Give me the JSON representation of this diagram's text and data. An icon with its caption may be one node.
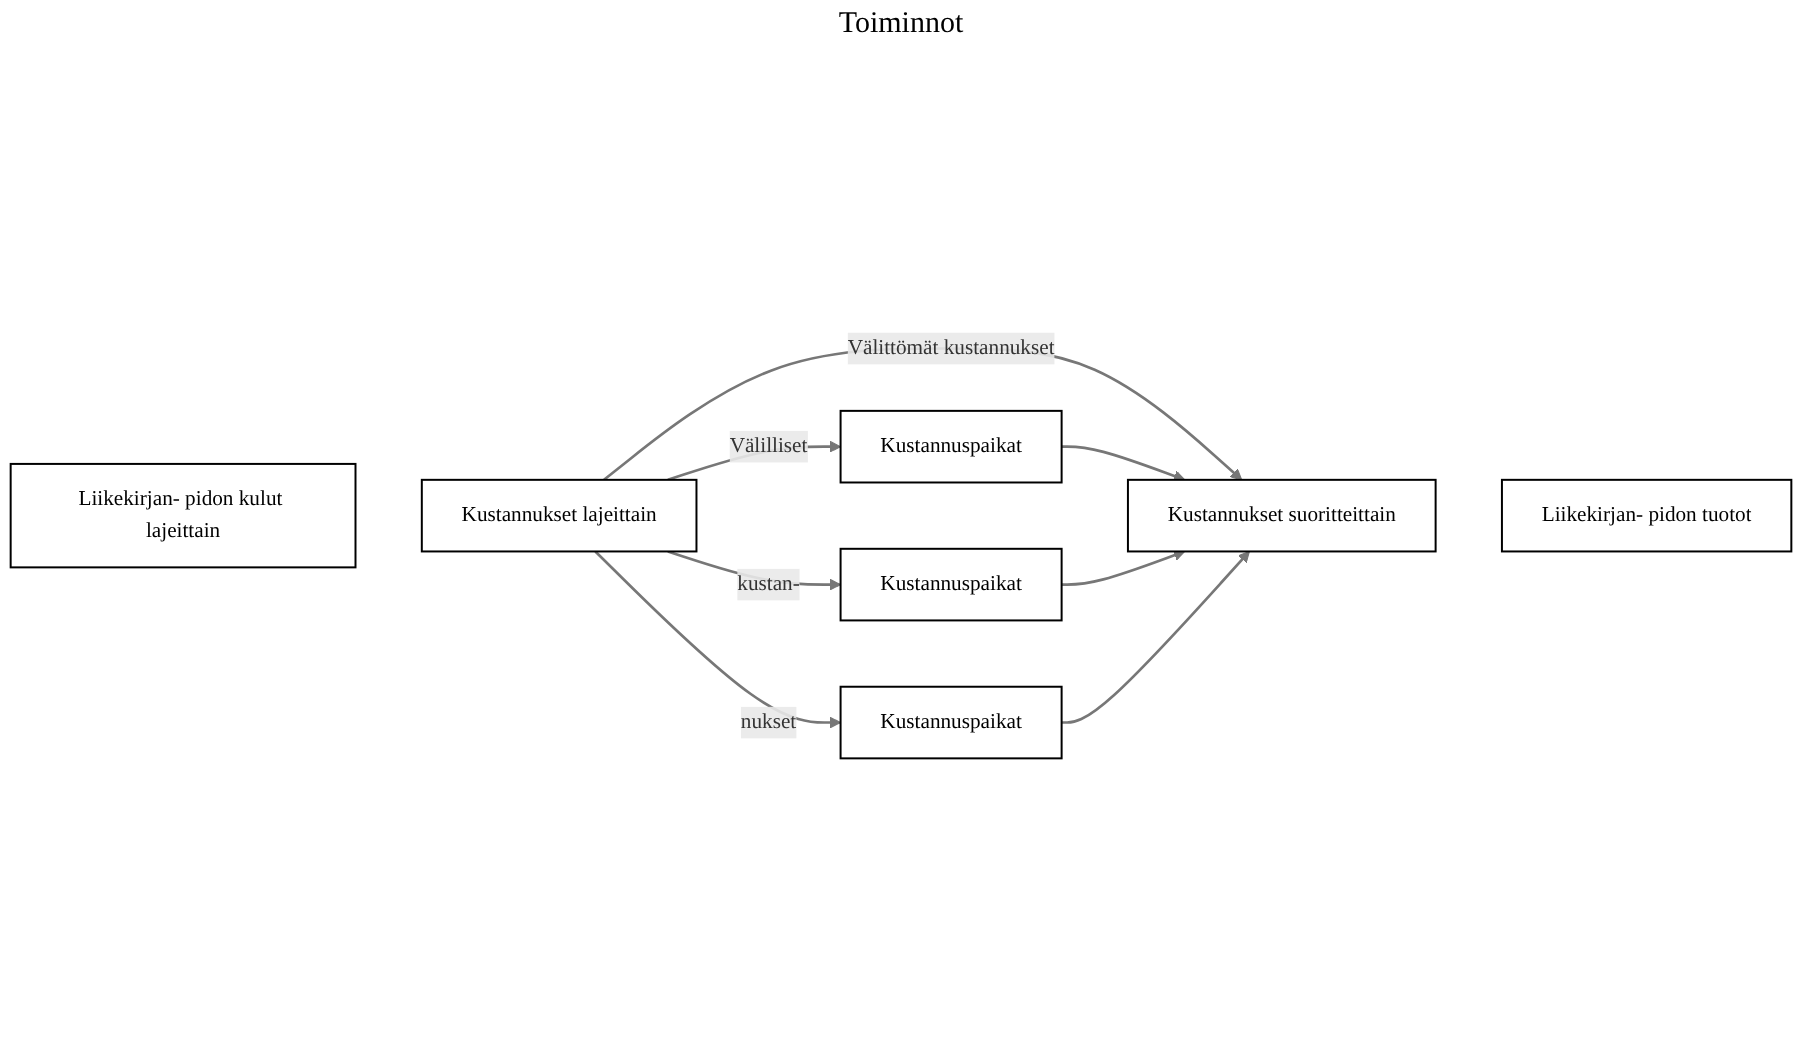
{
  "diagram": {
    "nodes": [
      {
        "text": [
          "Liikekirjan- pidon kulut lajeittain"
        ]
      },
      {
        "text": [
          "Kustannukset lajeittain"
        ]
      },
      {
        "text": [
          "Kustannuspaikat"
        ]
      },
      {
        "text": [
          "Kustannuspaikat"
        ]
      },
      {
        "text": [
          "Kustannuspaikat"
        ]
      },
      {
        "text": [
          "Kustannukset suoritteittain"
        ]
      },
      {
        "text": [
          "Liikekirjan- pidon tuotot"
        ]
      }
    ],
    "edges": [
      {
        "from": 1,
        "to": 5,
        "arrow": "to",
        "label": "Välittömät kustannukset"
      },
      {
        "from": 1,
        "to": 2,
        "arrow": "to",
        "label": "Välilliset"
      },
      {
        "from": 1,
        "to": 3,
        "arrow": "to",
        "label": "kustan-"
      },
      {
        "from": 1,
        "to": 4,
        "arrow": "to",
        "label": "nukset"
      },
      {
        "from": 2,
        "to": 5,
        "arrow": "to"
      },
      {
        "from": 3,
        "to": 5,
        "arrow": "to"
      },
      {
        "from": 4,
        "to": 5,
        "arrow": "to"
      }
    ],
    "labels": [
      "Toiminnot"
    ]
  }
}
